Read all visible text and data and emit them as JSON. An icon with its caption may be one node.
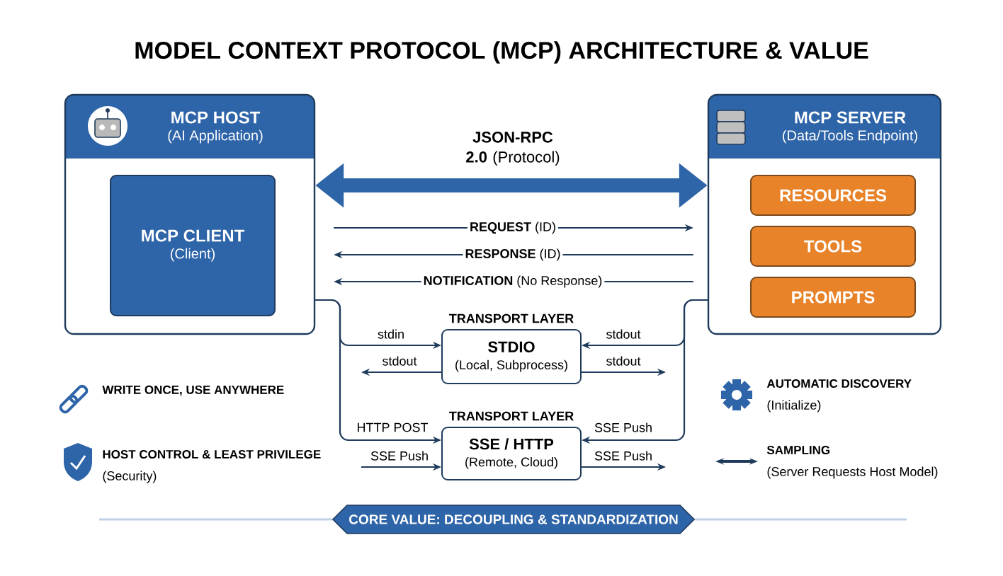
{
  "diagram": {
    "title": "MODEL CONTEXT PROTOCOL (MCP) ARCHITECTURE & VALUE",
    "nodes": [
      {
        "text": [
          "MCP HOST",
          "(AI Application)"
        ]
      },
      {
        "text": [
          "MCP CLIENT",
          "(Client)"
        ],
        "in": 0
      },
      {
        "text": [
          "MCP SERVER",
          "(Data/Tools Endpoint)"
        ]
      },
      {
        "text": [
          "RESOURCES"
        ],
        "in": 2
      },
      {
        "text": [
          "TOOLS"
        ],
        "in": 2
      },
      {
        "text": [
          "PROMPTS"
        ],
        "in": 2
      },
      {
        "text": [
          "TRANSPORT LAYER",
          "STDIO",
          "(Local, Subprocess)"
        ]
      },
      {
        "text": [
          "TRANSPORT LAYER",
          "SSE / HTTP",
          "(Remote, Cloud)"
        ]
      },
      {
        "text": [
          "CORE VALUE: DECOUPLING & STANDARDIZATION"
        ]
      }
    ],
    "edges": [
      {
        "from": 0,
        "to": 2,
        "arrow": "both",
        "label": "**JSON-RPC 2.0** (Protocol)",
        "style": "thick",
        "color": "#2e64a8"
      },
      {
        "from": 0,
        "to": 2,
        "arrow": "to",
        "label": "**REQUEST** (ID)"
      },
      {
        "from": 2,
        "to": 0,
        "arrow": "to",
        "label": "**RESPONSE** (ID)"
      },
      {
        "from": 2,
        "to": 0,
        "arrow": "to",
        "label": "**NOTIFICATION** (No Response)"
      },
      {
        "from": 0,
        "to": 6,
        "arrow": "to",
        "label": "stdin"
      },
      {
        "from": 6,
        "to": null,
        "arrow": "to",
        "label": "stdout"
      },
      {
        "from": 0,
        "to": 7,
        "arrow": "to",
        "label": "HTTP POST"
      },
      {
        "from": null,
        "to": 7,
        "arrow": "to",
        "label": "SSE Push"
      },
      {
        "from": 2,
        "to": 6,
        "arrow": "to",
        "label": "stdout"
      },
      {
        "from": 6,
        "to": null,
        "arrow": "to",
        "label": "stdout"
      },
      {
        "from": 2,
        "to": 7,
        "arrow": "to",
        "label": "SSE Push"
      },
      {
        "from": 7,
        "to": null,
        "arrow": "to",
        "label": "SSE Push"
      }
    ],
    "labels": [
      "WRITE ONCE, USE ANYWHERE",
      "AUTOMATIC DISCOVERY",
      "(Initialize)",
      "HOST CONTROL & LEAST PRIVILEGE",
      "(Security)",
      "SAMPLING",
      "(Server Requests Host Model)"
    ]
  }
}
